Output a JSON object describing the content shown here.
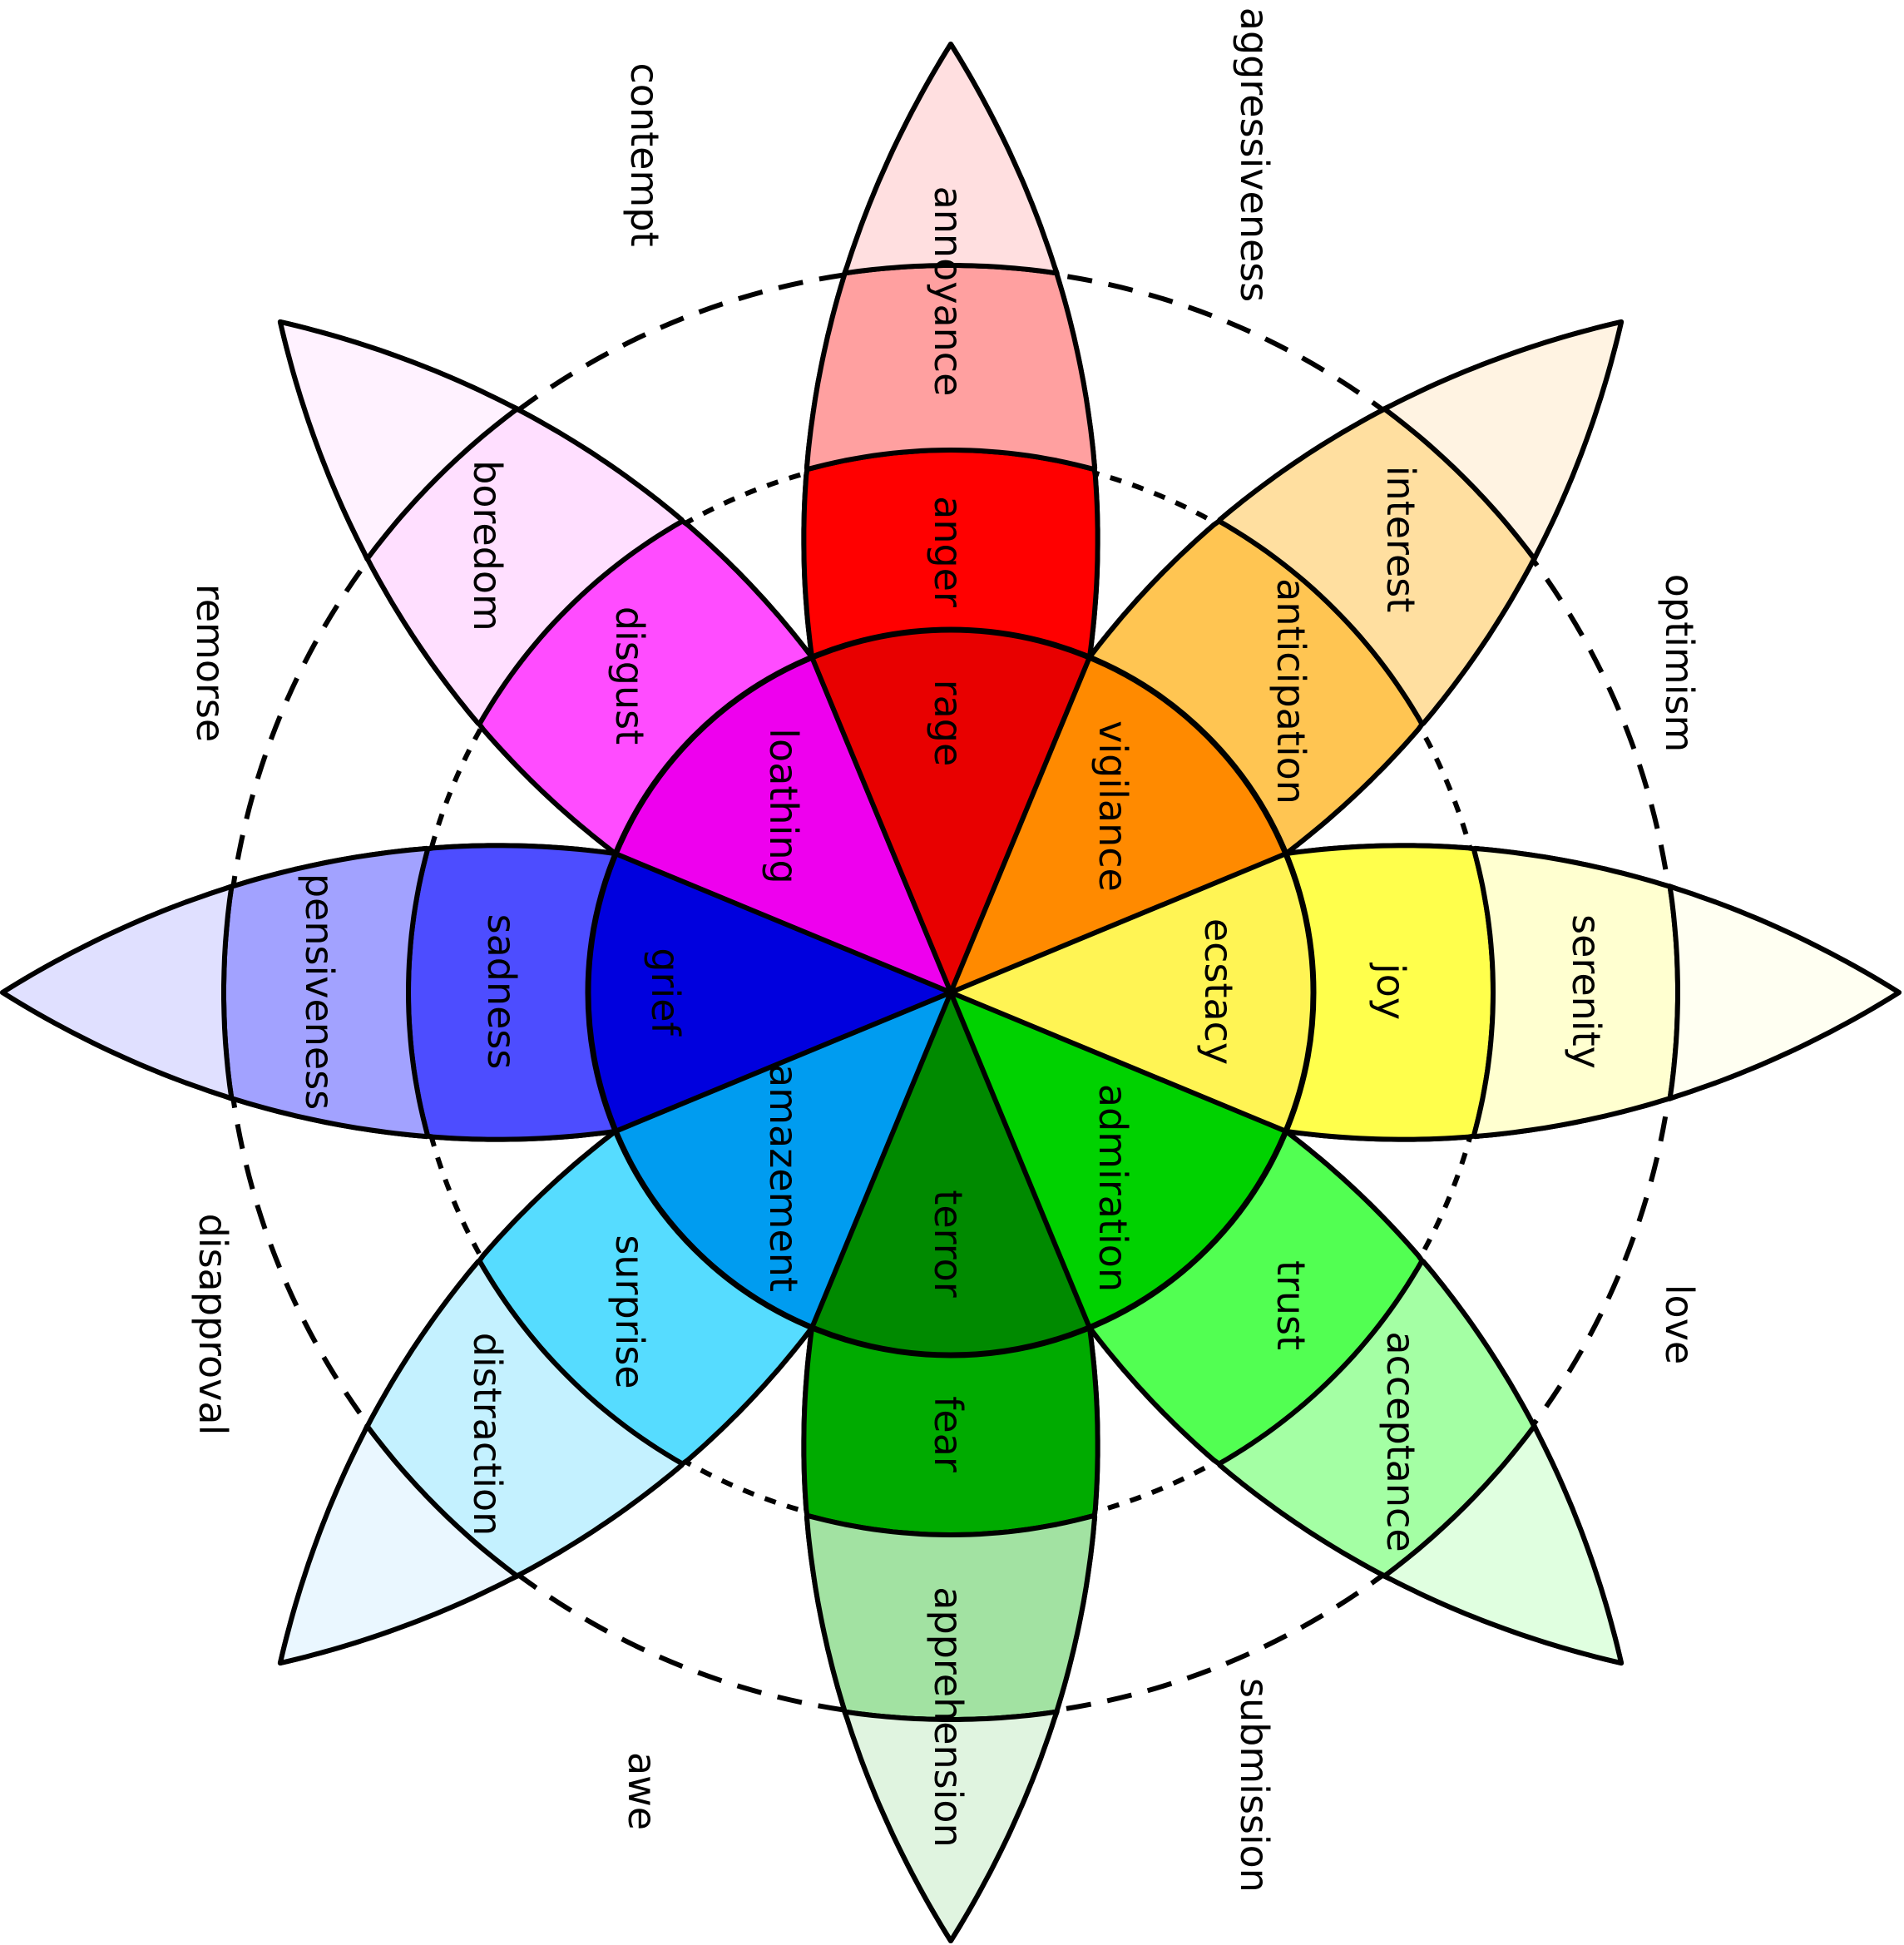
{
  "title": "Plutchik's wheel of emotions",
  "petals": [
    {
      "direction": "top",
      "angle_deg": 0,
      "intense": "rage",
      "basic": "anger",
      "mild": "annoyance",
      "colors": {
        "intense": "#e80000",
        "basic": "#ff0000",
        "mild": "#ffa0a0",
        "tip": "#ffdfe0"
      }
    },
    {
      "direction": "top-right",
      "angle_deg": 45,
      "intense": "vigilance",
      "basic": "anticipation",
      "mild": "interest",
      "colors": {
        "intense": "#ff8a00",
        "basic": "#ffc552",
        "mild": "#ffdfa0",
        "tip": "#fff3e2"
      }
    },
    {
      "direction": "right",
      "angle_deg": 90,
      "intense": "ecstacy",
      "basic": "joy",
      "mild": "serenity",
      "colors": {
        "intense": "#fff454",
        "basic": "#ffff4c",
        "mild": "#ffffd0",
        "tip": "#fffff2"
      }
    },
    {
      "direction": "bottom-right",
      "angle_deg": 135,
      "intense": "admiration",
      "basic": "trust",
      "mild": "acceptance",
      "colors": {
        "intense": "#00d200",
        "basic": "#52ff52",
        "mild": "#a4ffa4",
        "tip": "#e0ffe0"
      }
    },
    {
      "direction": "bottom",
      "angle_deg": 180,
      "intense": "terror",
      "basic": "fear",
      "mild": "apprehension",
      "colors": {
        "intense": "#008a00",
        "basic": "#00ab00",
        "mild": "#a2e2a2",
        "tip": "#e0f4e0"
      }
    },
    {
      "direction": "bottom-left",
      "angle_deg": 225,
      "intense": "amazement",
      "basic": "surprise",
      "mild": "distraction",
      "colors": {
        "intense": "#009cf0",
        "basic": "#56dcff",
        "mild": "#c4f1ff",
        "tip": "#eaf7ff"
      }
    },
    {
      "direction": "left",
      "angle_deg": 270,
      "intense": "grief",
      "basic": "sadness",
      "mild": "pensiveness",
      "colors": {
        "intense": "#0000de",
        "basic": "#4d4dff",
        "mild": "#a2a2ff",
        "tip": "#e0e0ff"
      }
    },
    {
      "direction": "top-left",
      "angle_deg": 315,
      "intense": "loathing",
      "basic": "disgust",
      "mild": "boredom",
      "colors": {
        "intense": "#ee00ee",
        "basic": "#ff4cff",
        "mild": "#ffdfff",
        "tip": "#fff2ff"
      }
    }
  ],
  "dyads": [
    {
      "label": "aggressiveness",
      "between": [
        "anger",
        "anticipation"
      ]
    },
    {
      "label": "optimism",
      "between": [
        "anticipation",
        "joy"
      ]
    },
    {
      "label": "love",
      "between": [
        "joy",
        "trust"
      ]
    },
    {
      "label": "submission",
      "between": [
        "trust",
        "fear"
      ]
    },
    {
      "label": "awe",
      "between": [
        "fear",
        "surprise"
      ]
    },
    {
      "label": "disapproval",
      "between": [
        "surprise",
        "sadness"
      ]
    },
    {
      "label": "remorse",
      "between": [
        "sadness",
        "disgust"
      ]
    },
    {
      "label": "contempt",
      "between": [
        "disgust",
        "anger"
      ]
    }
  ]
}
